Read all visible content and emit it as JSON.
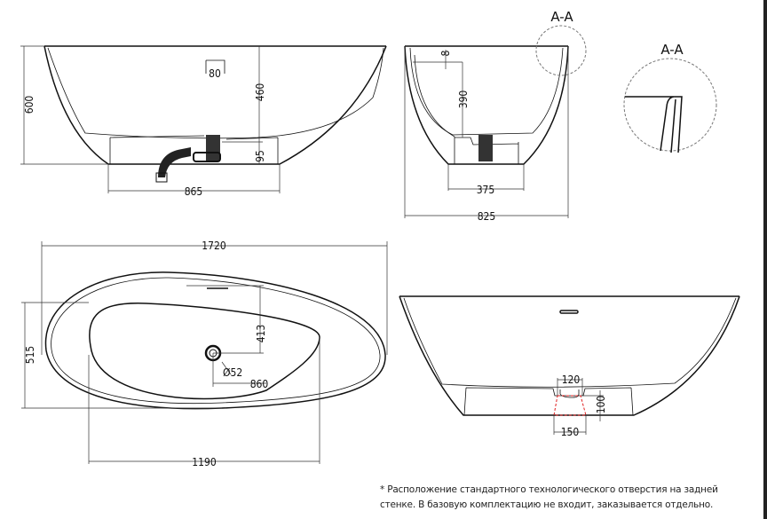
{
  "front_view": {
    "height": "600",
    "inner_depth": "460",
    "overflow_width": "80",
    "base_height": "95",
    "base_width": "865"
  },
  "side_view": {
    "rim": "8",
    "depth": "390",
    "base_width": "375",
    "width": "825",
    "section_label": "A-A"
  },
  "detail": {
    "label": "A-A"
  },
  "top_view": {
    "length": "1720",
    "width": "515",
    "inner_length": "1190",
    "drain_offset_y": "413",
    "drain_offset_x": "860",
    "drain_diameter": "Ø52"
  },
  "back_view": {
    "hole_top": "120",
    "hole_height": "100",
    "hole_bottom": "150"
  },
  "note": {
    "line1": "* Расположение стандартного технологического отверстия на задней",
    "line2": "стенке. В базовую комплектацию не входит, заказывается отдельно."
  }
}
